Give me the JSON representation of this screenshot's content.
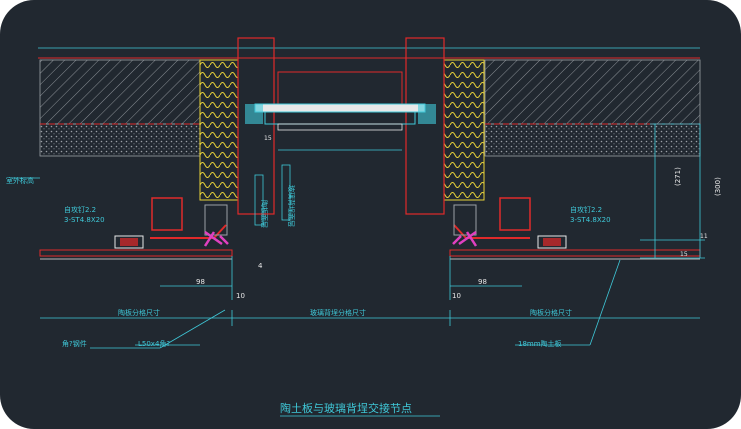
{
  "drawing": {
    "title": "陶土板与玻璃背埕交接节点",
    "colors": {
      "background": "#212830",
      "cyan": "#3fc8d8",
      "red": "#e02a2a",
      "yellow": "#e8d23a",
      "magenta": "#e040c0",
      "white": "#e8e8e8",
      "gray": "#9aa0a6"
    },
    "labels": {
      "left_wall": "室外标高",
      "left_screw_spec": "自攻钉2.2",
      "left_screw_model": "3-ST4.8X20",
      "right_screw_spec": "自攻钉2.2",
      "right_screw_model": "3-ST4.8X20",
      "left_vertical_1": "陶板面层",
      "right_vertical_1": "玻璃背埕面层",
      "left_section": "陶板分格尺寸",
      "center_section": "玻璃背埕分格尺寸",
      "right_section": "陶板分格尺寸",
      "left_bottom_1": "角?钢件",
      "left_bottom_2": "L50x4角?",
      "right_bottom": "18mm陶土板"
    },
    "dimensions": {
      "left_98": "98",
      "right_98": "98",
      "left_10": "10",
      "right_10": "10",
      "dim_4": "4",
      "dim_15": "15",
      "dim_271": "(271)",
      "dim_300": "(300)",
      "dim_11": "11",
      "dim_15b": "15"
    }
  }
}
